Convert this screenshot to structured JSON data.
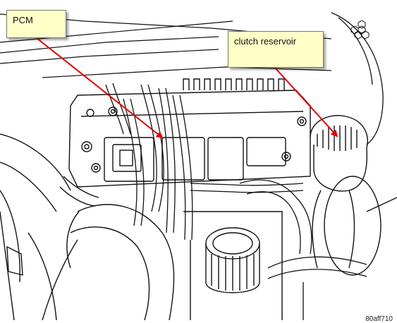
{
  "callouts": {
    "pcm": "PCM",
    "clutch_reservoir": "clutch reservoir"
  },
  "figure_code": "80aff710",
  "colors": {
    "callout_fill": "#ffffc8",
    "arrow": "#e00000",
    "linework": "#111111"
  }
}
